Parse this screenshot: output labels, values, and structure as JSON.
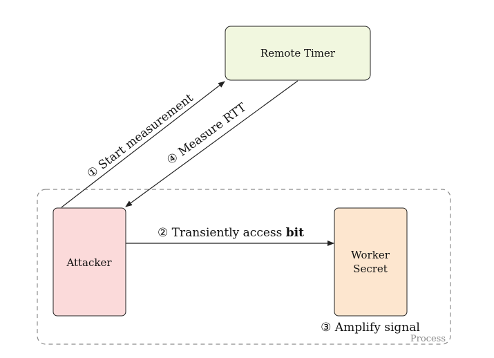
{
  "colors": {
    "remote_timer_fill": "#f1f7df",
    "attacker_fill": "#fbdada",
    "worker_fill": "#fde6cf",
    "stroke": "#222222",
    "process_border": "#8c8c8c"
  },
  "nodes": {
    "remote_timer": "Remote Timer",
    "attacker": "Attacker",
    "worker_line1": "Worker",
    "worker_line2": "Secret"
  },
  "process": {
    "label": "Process"
  },
  "steps": {
    "start_measurement": "① Start measurement",
    "transiently_access": "② Transiently access ",
    "transiently_access_bold": "bit",
    "amplify_signal": "③ Amplify signal",
    "measure_rtt": "④ Measure RTT"
  }
}
